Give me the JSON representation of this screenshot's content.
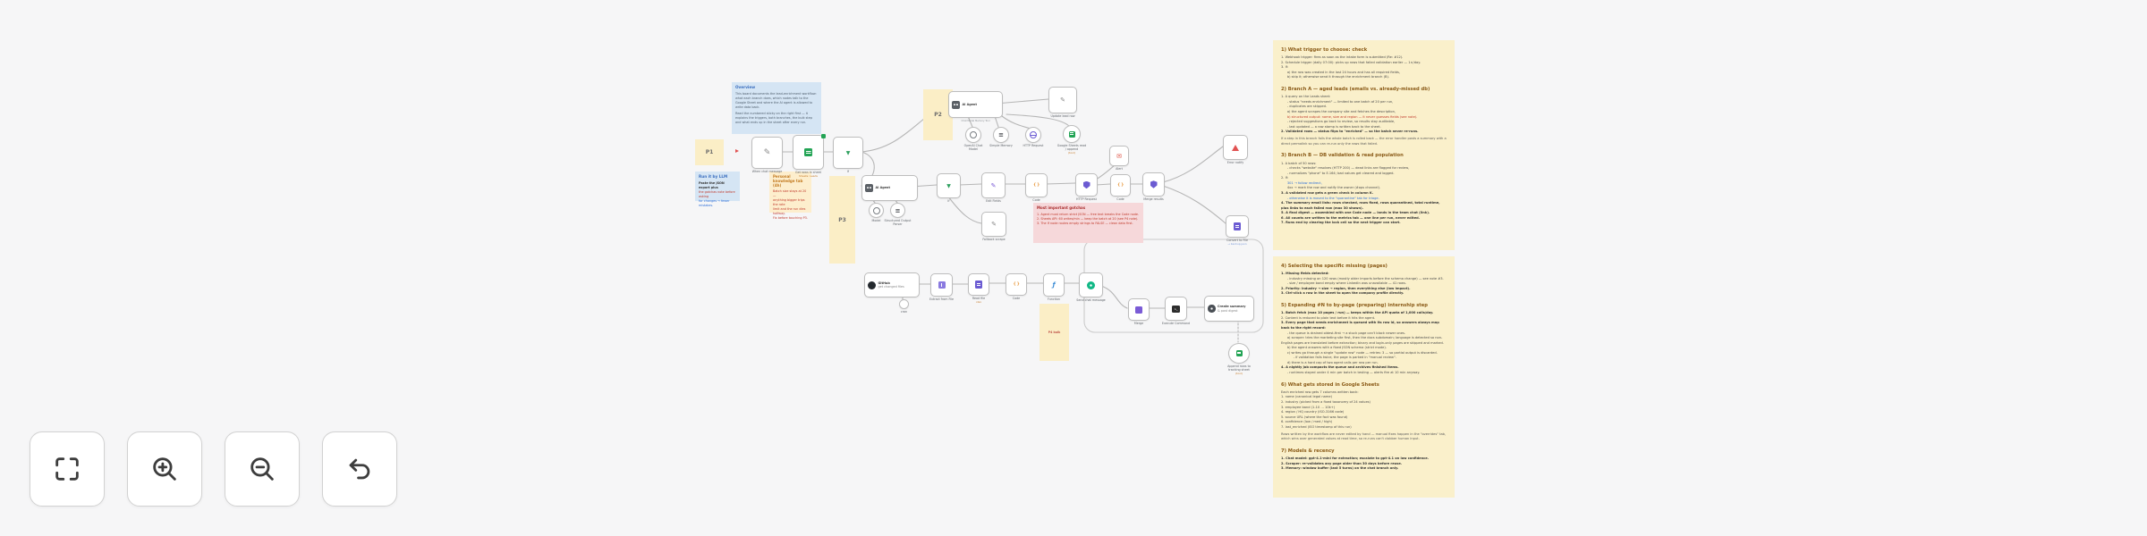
{
  "canvas": {
    "background": "#f6f6f7",
    "connector_color": "#b6b6b6"
  },
  "controls": {
    "fit_view_icon": "fit-view-icon",
    "zoom_in_icon": "zoom-in-icon",
    "zoom_out_icon": "zoom-out-icon",
    "undo_icon": "undo-icon"
  },
  "board": {
    "overview_note": {
      "heading": "Overview",
      "p1": "This board documents the lead-enrichment workflow: what each branch does, which nodes talk to the Google Sheet and where the AI agent is allowed to write data back.",
      "p2": "Read the numbered sticky on the right first — it explains the triggers, both branches, the bulk step and what ends up in the sheet after every run."
    },
    "llm_note": {
      "heading": "Run it by LLM",
      "lines": [
        {
          "t": "Paste the JSON export plus",
          "c": "dark"
        },
        {
          "t": "the gotchas note before asking",
          "c": "red"
        },
        {
          "t": "for changes → fewer mistakes.",
          "c": "blue"
        }
      ]
    },
    "knowledge_note": {
      "heading": "Personal knowledge tab (4h)",
      "lines": [
        {
          "t": "Batch size stays at 20 —",
          "c": "red"
        },
        {
          "t": "anything bigger trips the rate",
          "c": "red"
        },
        {
          "t": "limit and the run dies halfway.",
          "c": "red"
        },
        {
          "t": "Fix before touching P3.",
          "c": "red"
        }
      ]
    },
    "gotchas_note": {
      "heading": "Most important gotchas",
      "lines": [
        {
          "t": "1. Agent must return strict JSON — free text breaks the Code node.",
          "c": "red"
        },
        {
          "t": "2. Sheets API: 60 writes/min — keep the batch at 20 (see P4 note).",
          "c": "red"
        },
        {
          "t": "3. The If node routes empty strings to FALSE — clean data first.",
          "c": "red"
        }
      ]
    },
    "flows": {
      "p1": {
        "label": "P1",
        "trigger": {
          "label": "When chat message"
        },
        "get_rows": {
          "label": "Get rows in sheet",
          "sub": "Sheets: Leads"
        },
        "if_node": {
          "label": "If"
        }
      },
      "p2": {
        "label": "P2",
        "agent": {
          "title": "AI Agent",
          "ports": "Chat Model   Memory   Tool"
        },
        "edit": {
          "label": "Update lead row"
        },
        "c1": {
          "label": "OpenAI Chat Model"
        },
        "c2": {
          "label": "Simple Memory"
        },
        "c3": {
          "label": "HTTP Request"
        },
        "c4": {
          "label": "Google Sheets read / append",
          "sub": "(tool)"
        }
      },
      "p3": {
        "label": "P3",
        "agent": {
          "title": "AI Agent"
        },
        "c1": {
          "label": "Model"
        },
        "c2": {
          "label": "Structured Output Parser"
        },
        "if_node": {
          "label": "If"
        },
        "fallback": {
          "label": "Fallback scrape"
        },
        "edit": {
          "label": "Edit Fields"
        },
        "code": {
          "label": "Code"
        },
        "http": {
          "label": "HTTP Request"
        },
        "alert": {
          "label": "Alert"
        },
        "code2": {
          "label": "Code"
        },
        "http2": {
          "label": "Merge results"
        },
        "error": {
          "label": "Error notify"
        },
        "file": {
          "label": "Convert to File",
          "sub": "→ backup.json"
        }
      },
      "p4": {
        "label": "P4",
        "sticky": "P4 bulk",
        "github": {
          "title": "GitHub",
          "subtitle": "get changed files"
        },
        "cron": {
          "label": "cron"
        },
        "extract": {
          "label": "Extract from File"
        },
        "doc": {
          "label": "Read file",
          "sub": "xlsx"
        },
        "code": {
          "label": "Code"
        },
        "fn": {
          "label": "Function"
        },
        "chat": {
          "label": "Send chat message"
        },
        "merge": {
          "label": "Merge"
        },
        "term": {
          "label": "Execute Command"
        },
        "post": {
          "title": "Create summary",
          "subtitle": "& post digest"
        },
        "sheet_tool": {
          "label": "Append rows to tracking sheet",
          "sub": "(tool)"
        }
      }
    },
    "right_notes": {
      "a": {
        "s1": {
          "heading": "1) What trigger to choose: check",
          "lines": [
            {
              "t": "1. Webhook trigger: fires as soon as the intake form is submitted (Re: #12).",
              "c": ""
            },
            {
              "t": "2. Schedule trigger (daily 07:00): picks up rows that failed validation earlier — 1×/day.",
              "c": ""
            },
            {
              "t": "3. If:",
              "c": ""
            },
            {
              "t": "      a) the row was created in the last 24 hours and has all required fields,",
              "c": ""
            },
            {
              "t": "      b) skip it; otherwise send it through the enrichment branch (B).",
              "c": ""
            }
          ]
        },
        "s2": {
          "heading": "2) Branch A — aged leads (emails vs. already-missed db)",
          "lines": [
            {
              "t": "1. A query on the Leads sheet:",
              "c": ""
            },
            {
              "t": "      - status \"needs enrichment\" — limited to one batch of 20 per run,",
              "c": ""
            },
            {
              "t": "      - duplicates are skipped.",
              "c": ""
            },
            {
              "t": "      a) the agent scrapes the company site and fetches the description,",
              "c": ""
            },
            {
              "t": "      b) structured output: name, size and region — it never guesses fields (see note).",
              "c": "red"
            },
            {
              "t": "      - rejected suggestions go back to review, so results stay auditable,",
              "c": ""
            },
            {
              "t": "      - last updated — a row stamp is written back to the sheet.",
              "c": ""
            },
            {
              "t": "2. Validated rows — status flips to \"enriched\" — so the batch never re-runs.",
              "c": "dark"
            },
            {
              "t": "If a step in this branch fails the whole batch is rolled back — the error handler posts a summary with a direct permalink so you can re-run only the rows that failed.",
              "c": "para"
            }
          ]
        },
        "s3": {
          "heading": "3) Branch B — DB validation & read population",
          "lines": [
            {
              "t": "1. A batch of 50 rows:",
              "c": ""
            },
            {
              "t": "      - checks \"website\" resolves (HTTP 200) — dead links are flagged for review,",
              "c": ""
            },
            {
              "t": "      - normalizes \"phone\" to E.164; bad values get cleared and logged.",
              "c": ""
            },
            {
              "t": "2. If:",
              "c": ""
            },
            {
              "t": "      301 → follow redirect,",
              "c": "blue"
            },
            {
              "t": "      4xx → mark the row and notify the owner (#ops channel).",
              "c": ""
            },
            {
              "t": "3. A validated row gets a green check in column K.",
              "c": "dark"
            },
            {
              "t": "      - otherwise it is moved to the \"quarantine\" tab for triage.",
              "c": "blue"
            },
            {
              "t": "4. The summary email lists: rows checked, rows fixed, rows quarantined, total runtime, plus links to each failed row (max 30 shown).",
              "c": "dark"
            },
            {
              "t": "5. A final digest — assembled with one Code node — lands in the team chat (link).",
              "c": "dark"
            },
            {
              "t": "6. All counts are written to the metrics tab — one line per run, never edited.",
              "c": "dark"
            },
            {
              "t": "7. Runs end by clearing the lock cell so the next trigger can start.",
              "c": "dark"
            }
          ]
        }
      },
      "b": {
        "s4": {
          "heading": "4) Selecting the specific missing (pages)",
          "lines": [
            {
              "t": "1. Missing fields detected:",
              "c": "dark"
            },
            {
              "t": "      - industry missing on 120 rows (mostly older imports before the schema change) — see note #3.",
              "c": ""
            },
            {
              "t": "      - size / employee band empty where LinkedIn was unavailable — 41 rows.",
              "c": ""
            },
            {
              "t": "2. Priority: industry → size → region, then everything else (low impact).",
              "c": "dark"
            },
            {
              "t": "3. Ctrl-click a row in the sheet to open the company profile directly.",
              "c": "dark"
            }
          ]
        },
        "s5": {
          "heading": "5) Expanding #N to by-page (preparing) internship step",
          "lines": [
            {
              "t": "1. Batch fetch (max 10 pages / run) — keeps within the API quota of 1,000 calls/day.",
              "c": "dark"
            },
            {
              "t": "2. Content is reduced to plain text before it hits the agent.",
              "c": ""
            },
            {
              "t": "3. Every page that needs enrichment is queued with its row id, so answers always map back to the right record:",
              "c": "dark"
            },
            {
              "t": "      - the queue is drained oldest-first → a stuck page can't block newer ones.",
              "c": ""
            },
            {
              "t": "      a) scraper: tries the marketing site first, then the docs subdomain; language is detected so non-English pages are translated before extraction; binary and login-only pages are skipped and marked.",
              "c": ""
            },
            {
              "t": "      b) the agent answers with a fixed JSON schema (strict mode).",
              "c": ""
            },
            {
              "t": "      c) writes go through a single \"update row\" node — retries: 3 — so partial output is discarded.",
              "c": ""
            },
            {
              "t": "            - if validation fails twice, the page is parked in \"manual review\".",
              "c": ""
            },
            {
              "t": "      d) there is a hard cap of two agent calls per row per run.",
              "c": ""
            },
            {
              "t": "4. A nightly job compacts the queue and archives finished items.",
              "c": "dark"
            },
            {
              "t": "      - runtimes stayed under 4 min per batch in testing — alerts fire at 10 min anyway.",
              "c": ""
            }
          ]
        },
        "s6": {
          "heading": "6) What gets stored in Google Sheets",
          "lines": [
            {
              "t": "Each enriched row gets 7 columns written back:",
              "c": ""
            },
            {
              "t": "1. name (canonical legal name)",
              "c": ""
            },
            {
              "t": "2. industry (picked from a fixed taxonomy of 24 values)",
              "c": ""
            },
            {
              "t": "3. employee band (1-10 … 10k+)",
              "c": ""
            },
            {
              "t": "4. region / HQ country (ISO-3166 code)",
              "c": ""
            },
            {
              "t": "5. source URL (where the fact was found)",
              "c": ""
            },
            {
              "t": "6. confidence (low / med / high)",
              "c": ""
            },
            {
              "t": "7. last_enriched (ISO timestamp of this run)",
              "c": ""
            },
            {
              "t": "Rows written by the workflow are never edited by hand — manual fixes happen in the \"overrides\" tab, which wins over generated values at read time, so re-runs can't clobber human input.",
              "c": "para"
            }
          ]
        },
        "s7": {
          "heading": "7) Models & recency",
          "lines": [
            {
              "t": "1. Chat model: gpt-4.1-mini for extraction; escalate to gpt-4.1 on low confidence.",
              "c": "dark"
            },
            {
              "t": "2. Scraper: re-validates any page older than 30 days before reuse.",
              "c": "dark"
            },
            {
              "t": "3. Memory: window buffer (last 5 turns) on the chat branch only.",
              "c": "dark"
            }
          ]
        }
      }
    }
  }
}
